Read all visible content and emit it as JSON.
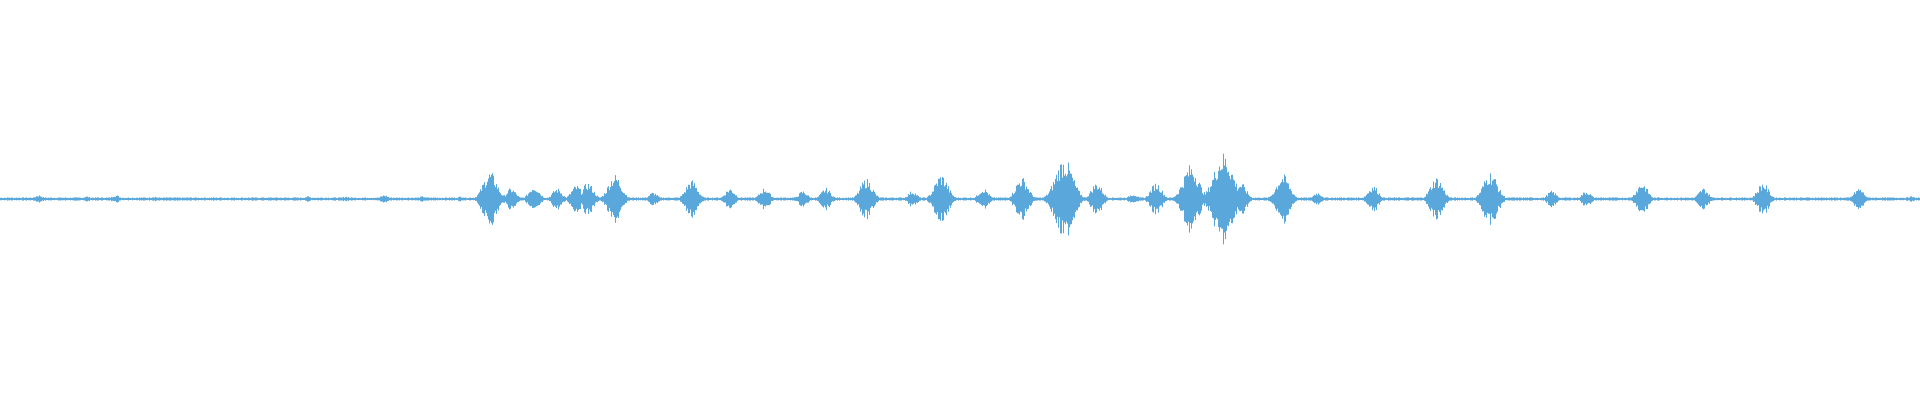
{
  "waveform": {
    "color": "#5aa7dc",
    "baseline_color": "#5aa7dc",
    "background": "#ffffff",
    "bursts": [
      {
        "t": 0.02,
        "amp": 0.03
      },
      {
        "t": 0.045,
        "amp": 0.02
      },
      {
        "t": 0.06,
        "amp": 0.03
      },
      {
        "t": 0.08,
        "amp": 0.02
      },
      {
        "t": 0.16,
        "amp": 0.02
      },
      {
        "t": 0.18,
        "amp": 0.02
      },
      {
        "t": 0.2,
        "amp": 0.03
      },
      {
        "t": 0.22,
        "amp": 0.02
      },
      {
        "t": 0.24,
        "amp": 0.02
      },
      {
        "t": 0.255,
        "amp": 0.2
      },
      {
        "t": 0.266,
        "amp": 0.08
      },
      {
        "t": 0.278,
        "amp": 0.1
      },
      {
        "t": 0.29,
        "amp": 0.08
      },
      {
        "t": 0.3,
        "amp": 0.1
      },
      {
        "t": 0.306,
        "amp": 0.12
      },
      {
        "t": 0.32,
        "amp": 0.18
      },
      {
        "t": 0.34,
        "amp": 0.05
      },
      {
        "t": 0.36,
        "amp": 0.14
      },
      {
        "t": 0.38,
        "amp": 0.08
      },
      {
        "t": 0.398,
        "amp": 0.08
      },
      {
        "t": 0.418,
        "amp": 0.06
      },
      {
        "t": 0.43,
        "amp": 0.08
      },
      {
        "t": 0.451,
        "amp": 0.15
      },
      {
        "t": 0.475,
        "amp": 0.06
      },
      {
        "t": 0.49,
        "amp": 0.18
      },
      {
        "t": 0.512,
        "amp": 0.08
      },
      {
        "t": 0.532,
        "amp": 0.16
      },
      {
        "t": 0.554,
        "amp": 0.3
      },
      {
        "t": 0.571,
        "amp": 0.12
      },
      {
        "t": 0.59,
        "amp": 0.04
      },
      {
        "t": 0.602,
        "amp": 0.12
      },
      {
        "t": 0.62,
        "amp": 0.25
      },
      {
        "t": 0.637,
        "amp": 0.34
      },
      {
        "t": 0.646,
        "amp": 0.12
      },
      {
        "t": 0.668,
        "amp": 0.18
      },
      {
        "t": 0.686,
        "amp": 0.05
      },
      {
        "t": 0.715,
        "amp": 0.1
      },
      {
        "t": 0.748,
        "amp": 0.16
      },
      {
        "t": 0.776,
        "amp": 0.2
      },
      {
        "t": 0.808,
        "amp": 0.06
      },
      {
        "t": 0.826,
        "amp": 0.06
      },
      {
        "t": 0.855,
        "amp": 0.12
      },
      {
        "t": 0.887,
        "amp": 0.08
      },
      {
        "t": 0.918,
        "amp": 0.12
      },
      {
        "t": 0.968,
        "amp": 0.08
      },
      {
        "t": 0.995,
        "amp": 0.02
      }
    ]
  }
}
